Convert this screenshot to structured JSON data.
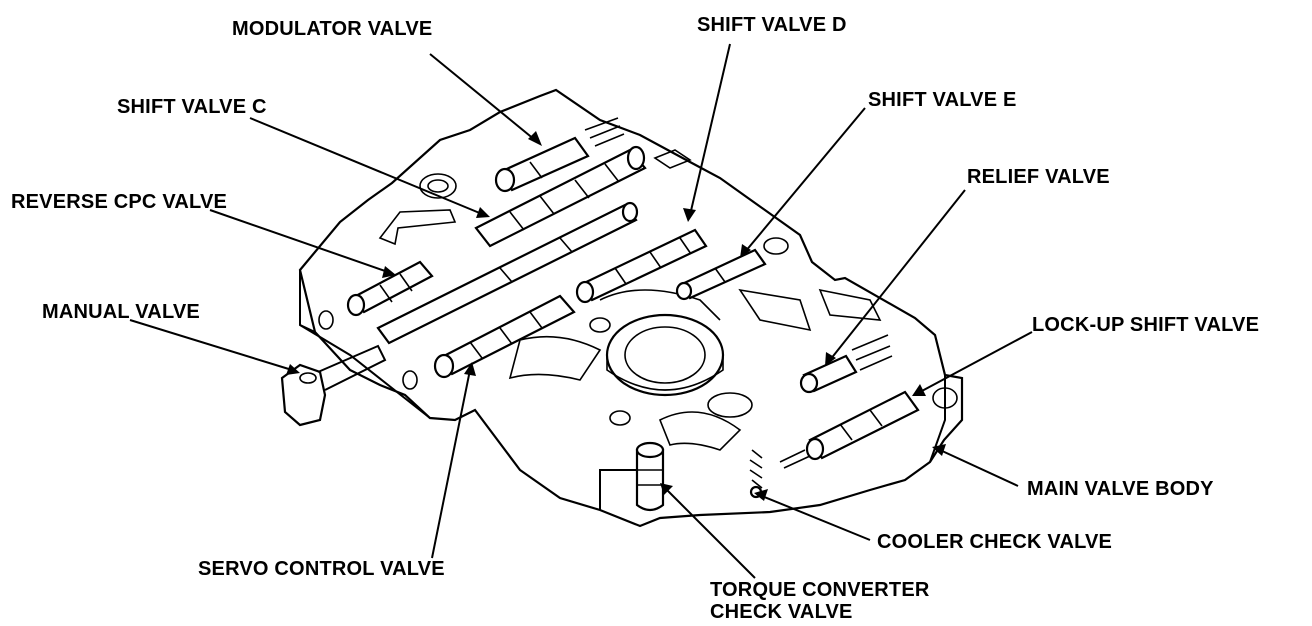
{
  "labels": {
    "modulator_valve": "MODULATOR VALVE",
    "shift_valve_d": "SHIFT VALVE D",
    "shift_valve_c": "SHIFT VALVE C",
    "shift_valve_e": "SHIFT VALVE E",
    "relief_valve": "RELIEF VALVE",
    "reverse_cpc_valve": "REVERSE CPC VALVE",
    "manual_valve": "MANUAL VALVE",
    "lock_up_shift_valve": "LOCK-UP SHIFT VALVE",
    "main_valve_body": "MAIN VALVE BODY",
    "cooler_check_valve": "COOLER CHECK VALVE",
    "servo_control_valve": "SERVO CONTROL VALVE",
    "torque_converter_check_valve_line1": "TORQUE CONVERTER",
    "torque_converter_check_valve_line2": "CHECK VALVE"
  },
  "colors": {
    "ink": "#000000",
    "paper": "#ffffff"
  }
}
